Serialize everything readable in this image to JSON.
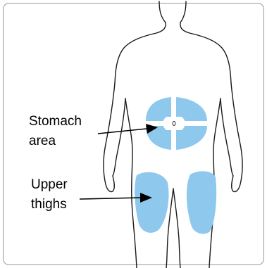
{
  "labels": {
    "stomach": {
      "line1": "Stomach",
      "line2": "area"
    },
    "thighs": {
      "line1": "Upper",
      "line2": "thighs"
    }
  },
  "colors": {
    "zone_fill": "#8ec8ec",
    "outline": "#1a1a1a",
    "frame_border": "#9a9a9a"
  }
}
